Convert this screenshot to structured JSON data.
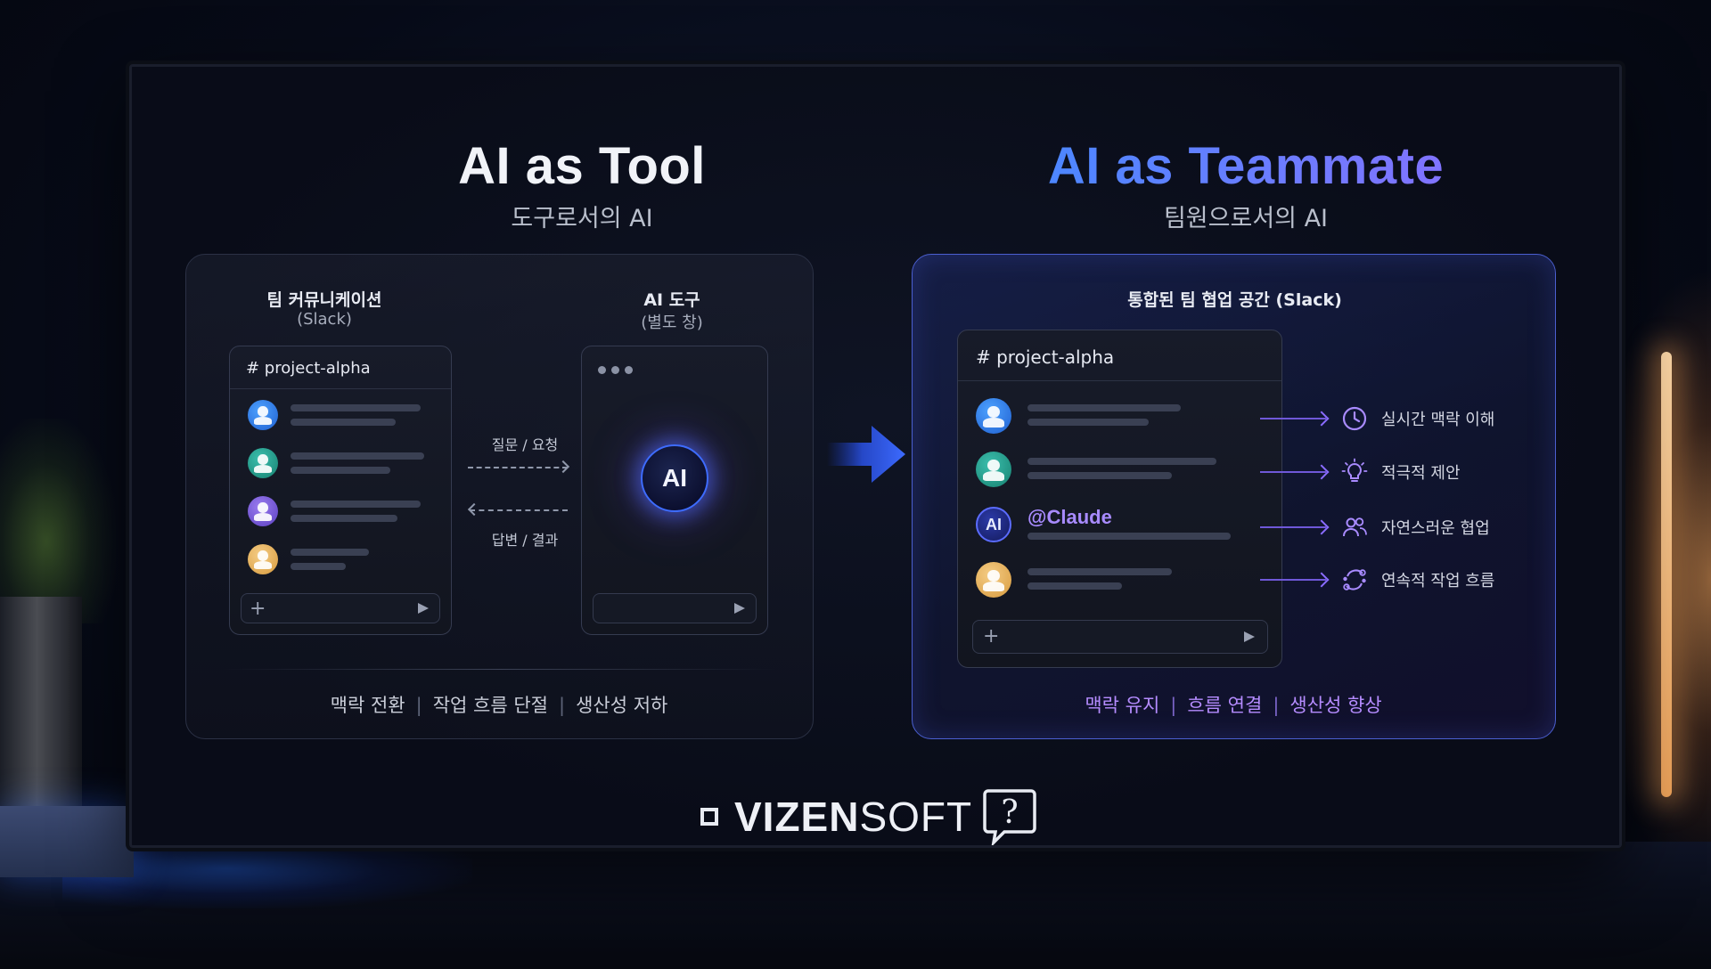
{
  "left": {
    "title": "AI as Tool",
    "subtitle": "도구로서의 AI",
    "team_comm_label": "팀 커뮤니케이션",
    "team_comm_sub": "(Slack)",
    "ai_tool_label": "AI 도구",
    "ai_tool_sub": "(별도 창)",
    "channel": "# project-alpha",
    "ai_orb_text": "AI",
    "request_label": "질문 / 요청",
    "response_label": "답변 / 결과",
    "footer": [
      "맥락 전환",
      "작업 흐름 단절",
      "생산성 저하"
    ],
    "avatars": [
      "user-blue",
      "user-teal",
      "user-purple",
      "user-amber"
    ]
  },
  "right": {
    "title": "AI as Teammate",
    "subtitle": "팀원으로서의 AI",
    "workspace_label": "통합된 팀 협업 공간 (Slack)",
    "channel": "# project-alpha",
    "ai_avatar_text": "AI",
    "mention": "@Claude",
    "features": [
      {
        "icon": "clock-icon",
        "label": "실시간 맥락 이해"
      },
      {
        "icon": "lightbulb-icon",
        "label": "적극적 제안"
      },
      {
        "icon": "people-icon",
        "label": "자연스러운 협업"
      },
      {
        "icon": "cycle-icon",
        "label": "연속적 작업 흐름"
      }
    ],
    "footer": [
      "맥락 유지",
      "흐름 연결",
      "생산성 향상"
    ]
  },
  "brand": {
    "name_bold": "VIZEN",
    "name_light": "SOFT",
    "bubble_glyph": "?"
  },
  "colors": {
    "accent_blue": "#3d8cff",
    "accent_purple": "#8f6dff",
    "footer_purple": "#b58cff"
  }
}
